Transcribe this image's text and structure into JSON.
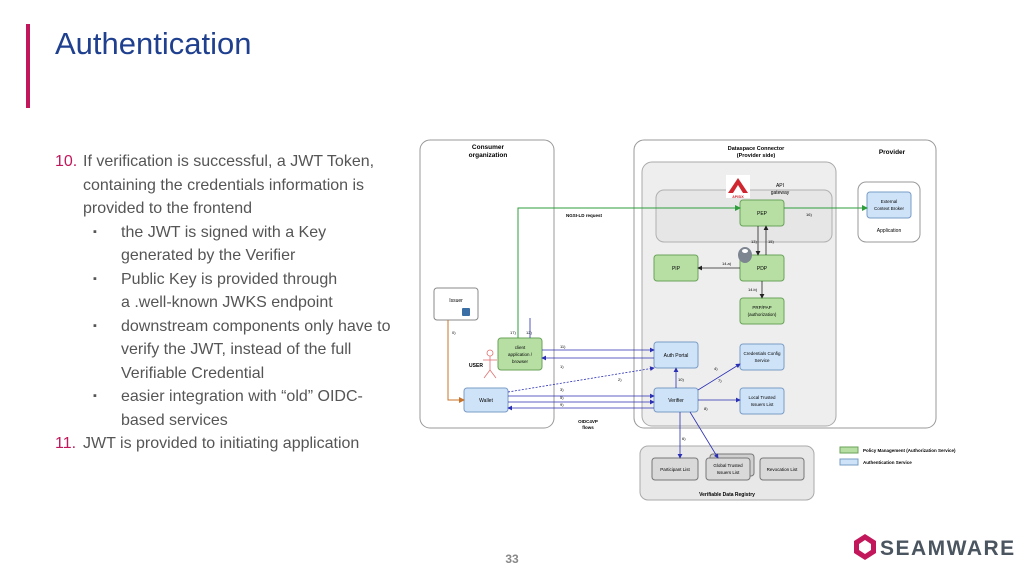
{
  "slide": {
    "title": "Authentication",
    "page_number": "33",
    "logo_text": "SEAMWARE"
  },
  "content": {
    "item10": {
      "number": "10.",
      "lines": [
        "If verification is successful, a JWT Token,",
        "containing the credentials information is",
        "provided to the frontend"
      ],
      "bullets": [
        {
          "lines": [
            "the JWT is signed with a Key",
            "generated by the Verifier"
          ]
        },
        {
          "lines": [
            "Public Key is provided through",
            "a .well-known JWKS endpoint"
          ]
        },
        {
          "lines": [
            "downstream components only have to",
            "verify the JWT, instead of the full",
            "Verifiable Credential"
          ]
        },
        {
          "lines": [
            "easier integration with “old” OIDC-",
            "based services"
          ]
        }
      ]
    },
    "item11": {
      "number": "11.",
      "lines": [
        "JWT is provided to initiating application"
      ]
    },
    "bullet_marker": "▪"
  },
  "diagram": {
    "consumer_title": [
      "Consumer",
      "organization"
    ],
    "provider_title": "Provider",
    "connector_title": [
      "Dataspace Connector",
      "(Provider side)"
    ],
    "api_gateway_label": [
      "API",
      "gateway"
    ],
    "apisix_label": "APISIX",
    "issuer": "Issuer",
    "client_app": [
      "client",
      "application /",
      "browser"
    ],
    "user": "USER",
    "wallet": "Wallet",
    "auth_portal": "Auth Portal",
    "verifier": "Verifier",
    "pep": "PEP",
    "pdp": "PDP",
    "pip": "PIP",
    "prp_pap": [
      "PRP/PAP",
      "(authorization)"
    ],
    "cred_config": [
      "Credentials Config",
      "Service"
    ],
    "local_trusted": [
      "Local Trusted",
      "Issuers List"
    ],
    "ext_broker": [
      "External",
      "Context Broker"
    ],
    "application": "Application",
    "ngsi_request": "NGSI-LD request",
    "oidc4vp": [
      "OIDC4VP",
      "flows"
    ],
    "registry_title": "Verifiable Data Registry",
    "participant_list": "Participant List",
    "global_trusted": [
      "Global Trusted",
      "Issuers List"
    ],
    "revocation_list": "Revocation List",
    "legend": [
      {
        "label": "Policy Management (Authorization Service)",
        "color": "#b7dfa4"
      },
      {
        "label": "Authentication Service",
        "color": "#cfe3f8"
      }
    ],
    "step_labels": {
      "s0": "0)",
      "s1": "1)",
      "s2": "2)",
      "s3": "3)",
      "s4": "4)",
      "s5": "5)",
      "s6": "6)",
      "s7": "7)",
      "s8": "8)",
      "s9": "9)",
      "s10": "10)",
      "s11": "11)",
      "s12": "12)",
      "s13": "13)",
      "s14": "14)",
      "s14a": "14.a)",
      "s14b": "14.b)",
      "s15": "15)",
      "s16": "16)",
      "s17": "17)"
    },
    "colors": {
      "policy_green": "#b7dfa4",
      "auth_blue": "#cfe3f8",
      "arrow_green": "#2e9e3c",
      "arrow_blue": "#2b2fb3",
      "arrow_orange": "#c8742a",
      "apisix_red": "#d0262f"
    }
  }
}
